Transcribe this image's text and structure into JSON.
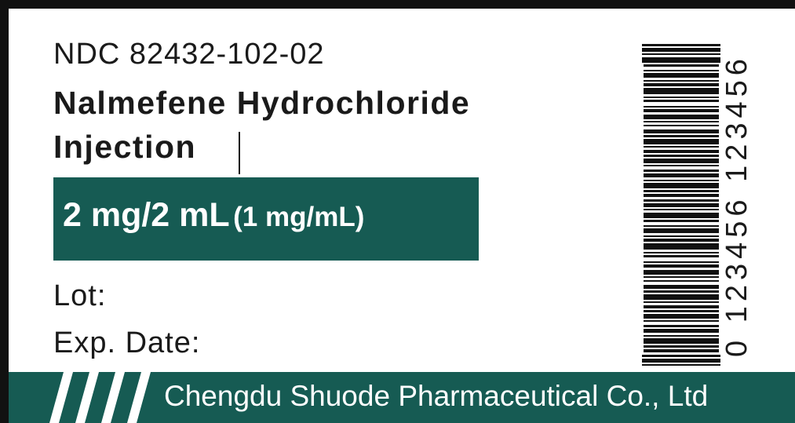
{
  "label": {
    "ndc": "NDC 82432-102-02",
    "product_name_line1": "Nalmefene Hydrochloride",
    "product_name_line2": "Injection",
    "strength_main": "2 mg/2 mL",
    "strength_concentration": "(1 mg/mL)",
    "lot_label": "Lot:",
    "exp_label": "Exp. Date:",
    "company": "Chengdu Shuode Pharmaceutical Co., Ltd",
    "barcode_number": "0 123456 123456"
  },
  "colors": {
    "brand_green": "#165b53",
    "text": "#1a1a1a",
    "border": "#111111"
  },
  "icons": [
    "barcode-icon",
    "stripes-logo-icon"
  ]
}
